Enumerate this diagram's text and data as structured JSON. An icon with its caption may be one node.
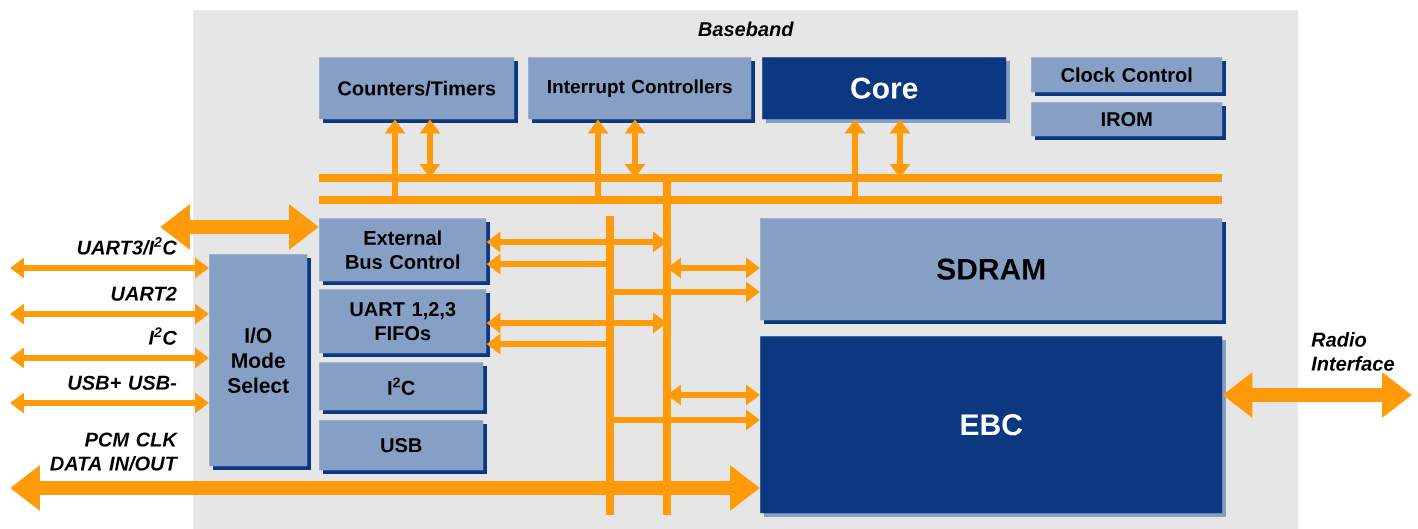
{
  "diagram": {
    "nodes": [
      {
        "text": [
          "Baseband"
        ]
      },
      {
        "text": [
          "Counters/Timers"
        ],
        "in": 0
      },
      {
        "text": [
          "Interrupt Controllers"
        ],
        "in": 0
      },
      {
        "text": [
          "Core"
        ],
        "in": 0
      },
      {
        "text": [
          "Clock Control"
        ],
        "in": 0
      },
      {
        "text": [
          "IROM"
        ],
        "in": 0
      },
      {
        "text": [
          "External Bus Control"
        ],
        "in": 0
      },
      {
        "text": [
          "UART 1,2,3 FIFOs"
        ],
        "in": 0
      },
      {
        "text": [
          "I$^{2}$C"
        ],
        "in": 0
      },
      {
        "text": [
          "USB"
        ],
        "in": 0
      },
      {
        "text": [
          "SDRAM"
        ],
        "in": 0
      },
      {
        "text": [
          "EBC"
        ],
        "in": 0
      },
      {
        "text": [
          "I/O Mode Select"
        ],
        "in": 0
      }
    ],
    "edges": [
      {
        "from": null,
        "to": 12,
        "arrow": "both",
        "label": "UART3/I$^{2}$C"
      },
      {
        "from": null,
        "to": 12,
        "arrow": "both",
        "label": "UART2"
      },
      {
        "from": null,
        "to": 12,
        "arrow": "both",
        "label": "I$^{2}$C"
      },
      {
        "from": null,
        "to": 12,
        "arrow": "both",
        "label": "USB+ USB-"
      },
      {
        "from": null,
        "to": 11,
        "arrow": "both",
        "label": "PCM CLK DATA IN/OUT",
        "style": "thick"
      },
      {
        "from": null,
        "to": 6,
        "arrow": "both",
        "style": "thick"
      },
      {
        "from": null,
        "to": 1,
        "arrow": "to"
      },
      {
        "from": null,
        "to": 1,
        "arrow": "both"
      },
      {
        "from": null,
        "to": 2,
        "arrow": "to"
      },
      {
        "from": null,
        "to": 2,
        "arrow": "both"
      },
      {
        "from": null,
        "to": 3,
        "arrow": "to"
      },
      {
        "from": null,
        "to": 3,
        "arrow": "both"
      },
      {
        "from": 6,
        "to": null,
        "arrow": "both"
      },
      {
        "from": null,
        "to": 6,
        "arrow": "to"
      },
      {
        "from": 7,
        "to": null,
        "arrow": "both"
      },
      {
        "from": null,
        "to": 7,
        "arrow": "to"
      },
      {
        "from": null,
        "to": 10,
        "arrow": "both"
      },
      {
        "from": null,
        "to": 10,
        "arrow": "to"
      },
      {
        "from": null,
        "to": 11,
        "arrow": "both"
      },
      {
        "from": null,
        "to": 11,
        "arrow": "to"
      },
      {
        "from": 11,
        "to": null,
        "arrow": "both",
        "label": "Radio Interface",
        "style": "thick"
      }
    ]
  }
}
